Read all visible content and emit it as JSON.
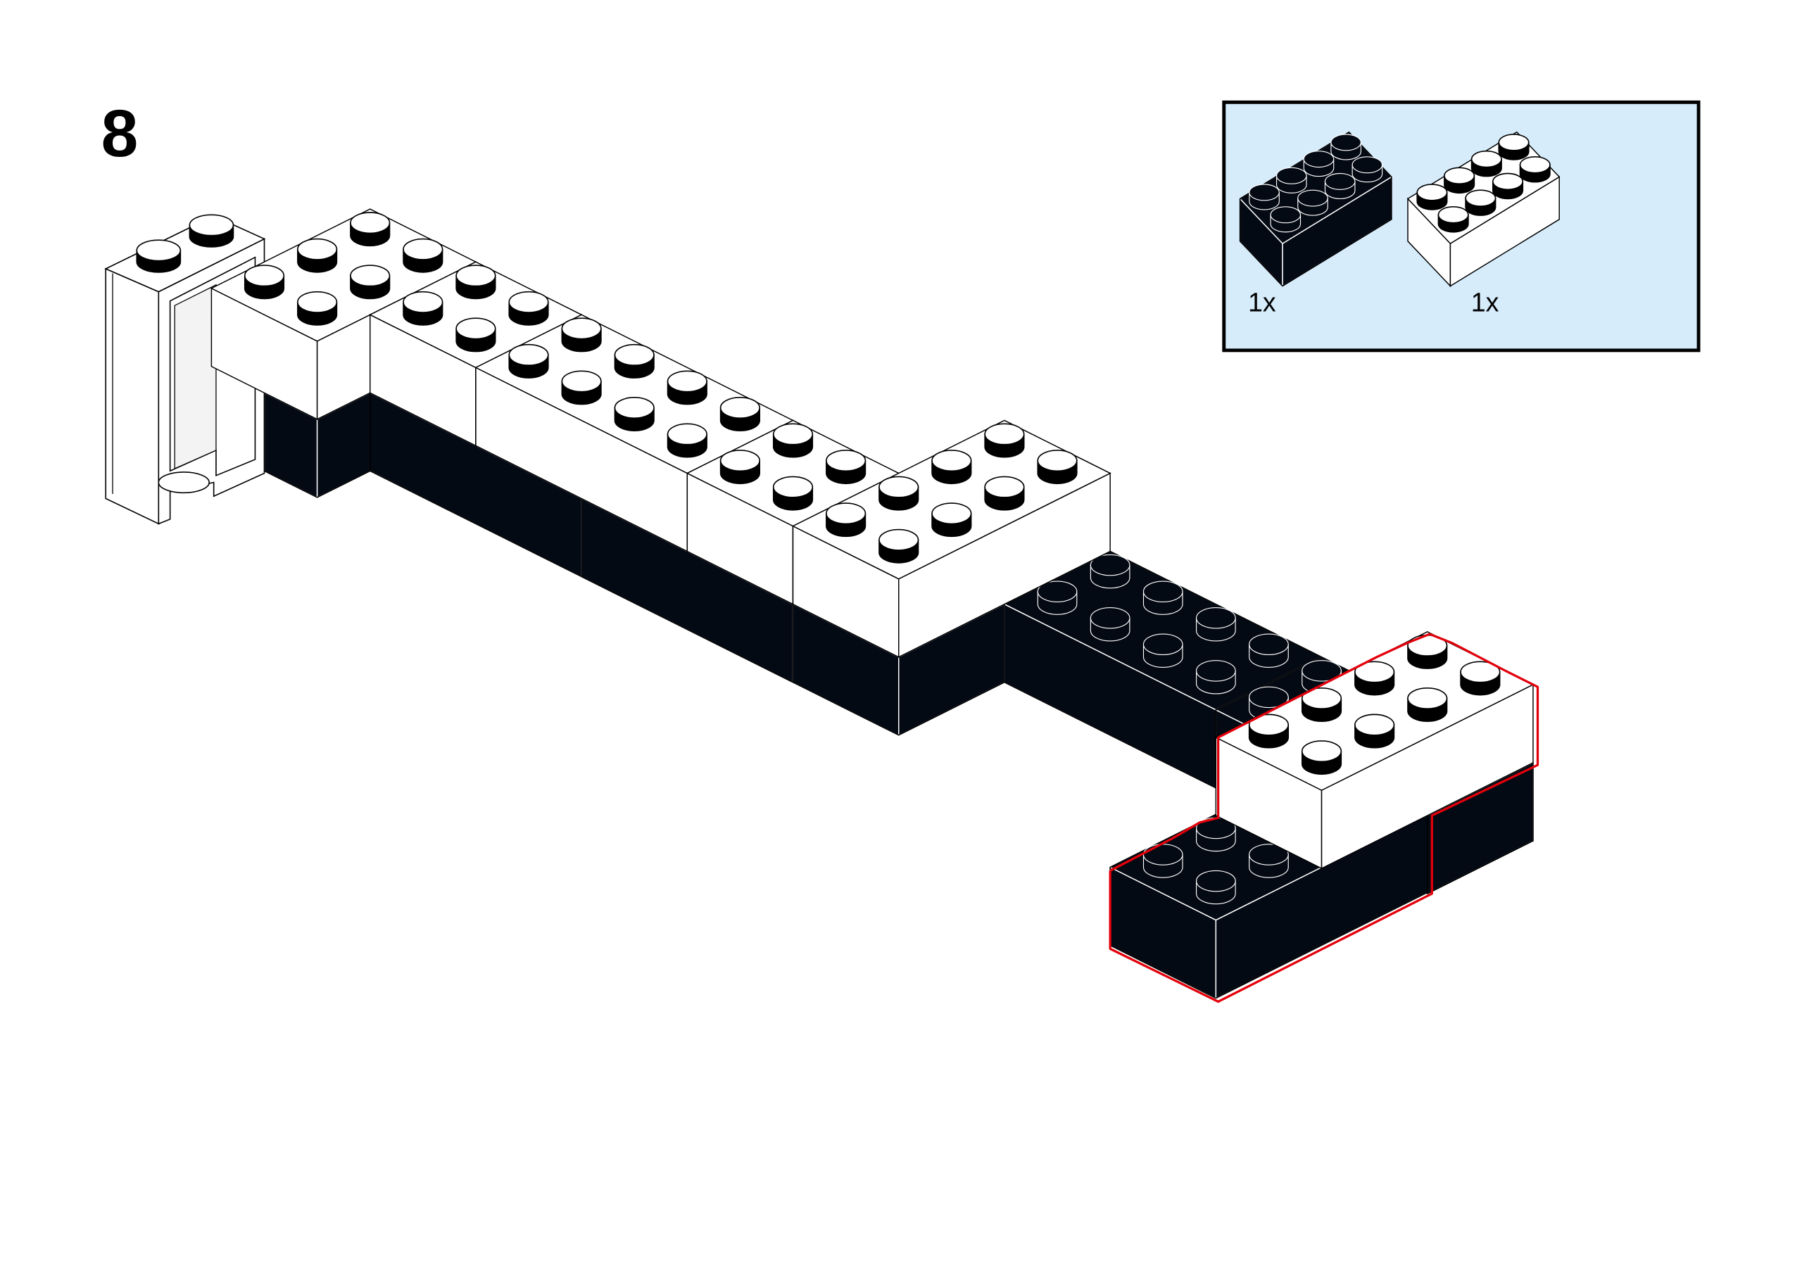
{
  "step": {
    "number": "8"
  },
  "parts_list": {
    "items": [
      {
        "name": "brick-2x4",
        "color": "black",
        "quantity": "1x"
      },
      {
        "name": "brick-2x4",
        "color": "white",
        "quantity": "1x"
      }
    ]
  },
  "colors": {
    "black_brick": "#040a14",
    "white_brick": "#ffffff",
    "parts_box_bg": "#d6ecfb",
    "highlight": "#e3000b"
  }
}
